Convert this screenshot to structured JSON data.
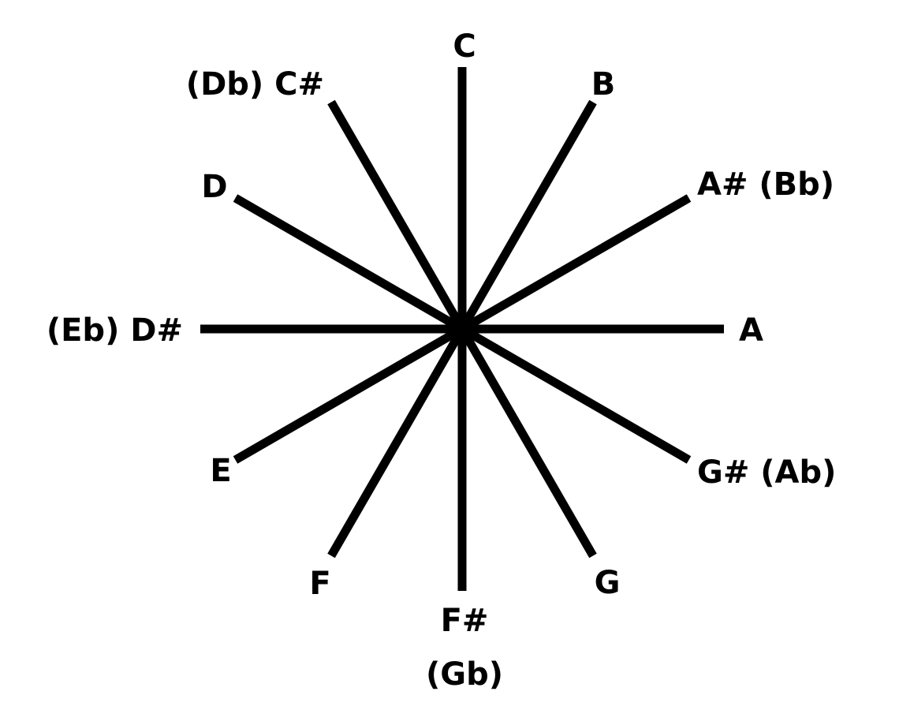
{
  "diagram": {
    "center": {
      "label": ""
    },
    "notes": [
      {
        "name": "C",
        "label": "C"
      },
      {
        "name": "B",
        "label": "B"
      },
      {
        "name": "A#",
        "label": "A# (Bb)"
      },
      {
        "name": "A",
        "label": "A"
      },
      {
        "name": "G#",
        "label": "G# (Ab)"
      },
      {
        "name": "G",
        "label": "G"
      },
      {
        "name": "F#",
        "label": "F#",
        "label2": "(Gb)"
      },
      {
        "name": "F",
        "label": "F"
      },
      {
        "name": "E",
        "label": "E"
      },
      {
        "name": "D#",
        "label": "(Eb) D#"
      },
      {
        "name": "D",
        "label": "D"
      },
      {
        "name": "C#",
        "label": "(Db) C#"
      }
    ],
    "colors": {
      "line": "#000000",
      "background": "#ffffff",
      "text": "#000000"
    }
  }
}
